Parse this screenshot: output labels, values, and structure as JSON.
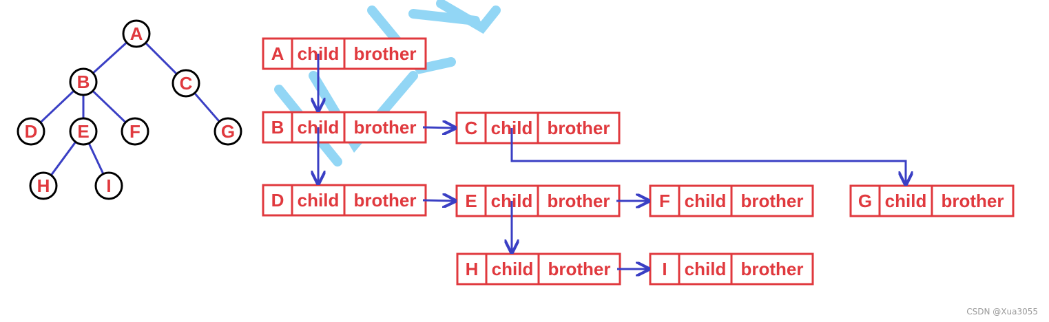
{
  "colors": {
    "red": "#e0393e",
    "blue": "#3a3fc4",
    "black": "#000000",
    "watermark": "#7fd0f4"
  },
  "tree": {
    "nodes": [
      {
        "id": "A",
        "label": "A"
      },
      {
        "id": "B",
        "label": "B"
      },
      {
        "id": "C",
        "label": "C"
      },
      {
        "id": "D",
        "label": "D"
      },
      {
        "id": "E",
        "label": "E"
      },
      {
        "id": "F",
        "label": "F"
      },
      {
        "id": "G",
        "label": "G"
      },
      {
        "id": "H",
        "label": "H"
      },
      {
        "id": "I",
        "label": "I"
      }
    ],
    "edges": [
      [
        "A",
        "B"
      ],
      [
        "A",
        "C"
      ],
      [
        "B",
        "D"
      ],
      [
        "B",
        "E"
      ],
      [
        "B",
        "F"
      ],
      [
        "C",
        "G"
      ],
      [
        "E",
        "H"
      ],
      [
        "E",
        "I"
      ]
    ]
  },
  "records": [
    {
      "id": "A",
      "label": "A",
      "child": "child",
      "brother": "brother"
    },
    {
      "id": "B",
      "label": "B",
      "child": "child",
      "brother": "brother"
    },
    {
      "id": "C",
      "label": "C",
      "child": "child",
      "brother": "brother"
    },
    {
      "id": "D",
      "label": "D",
      "child": "child",
      "brother": "brother"
    },
    {
      "id": "E",
      "label": "E",
      "child": "child",
      "brother": "brother"
    },
    {
      "id": "F",
      "label": "F",
      "child": "child",
      "brother": "brother"
    },
    {
      "id": "G",
      "label": "G",
      "child": "child",
      "brother": "brother"
    },
    {
      "id": "H",
      "label": "H",
      "child": "child",
      "brother": "brother"
    },
    {
      "id": "I",
      "label": "I",
      "child": "child",
      "brother": "brother"
    }
  ],
  "links": [
    {
      "from": "A",
      "kind": "child",
      "to": "B"
    },
    {
      "from": "B",
      "kind": "child",
      "to": "D"
    },
    {
      "from": "B",
      "kind": "brother",
      "to": "C"
    },
    {
      "from": "C",
      "kind": "child",
      "to": "G"
    },
    {
      "from": "D",
      "kind": "brother",
      "to": "E"
    },
    {
      "from": "E",
      "kind": "brother",
      "to": "F"
    },
    {
      "from": "E",
      "kind": "child",
      "to": "H"
    },
    {
      "from": "H",
      "kind": "brother",
      "to": "I"
    }
  ],
  "footer": "CSDN @Xua3055"
}
